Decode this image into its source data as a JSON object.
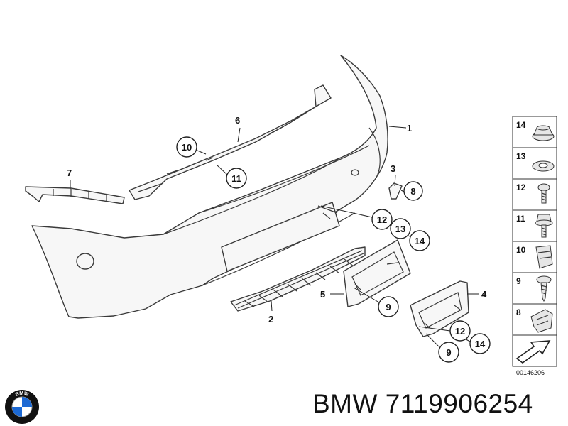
{
  "callouts": {
    "c1": "1",
    "c2": "2",
    "c3": "3",
    "c4": "4",
    "c5": "5",
    "c6": "6",
    "c7": "7",
    "c8": "8",
    "c9a": "9",
    "c9b": "9",
    "c10": "10",
    "c11": "11",
    "c12a": "12",
    "c12b": "12",
    "c13": "13",
    "c14a": "14",
    "c14b": "14"
  },
  "legend": [
    "14",
    "13",
    "12",
    "11",
    "10",
    "9",
    "8"
  ],
  "drawing_number": "00146206",
  "logo_text": "BMW",
  "brand": "BMW",
  "part_number": "7119906254"
}
